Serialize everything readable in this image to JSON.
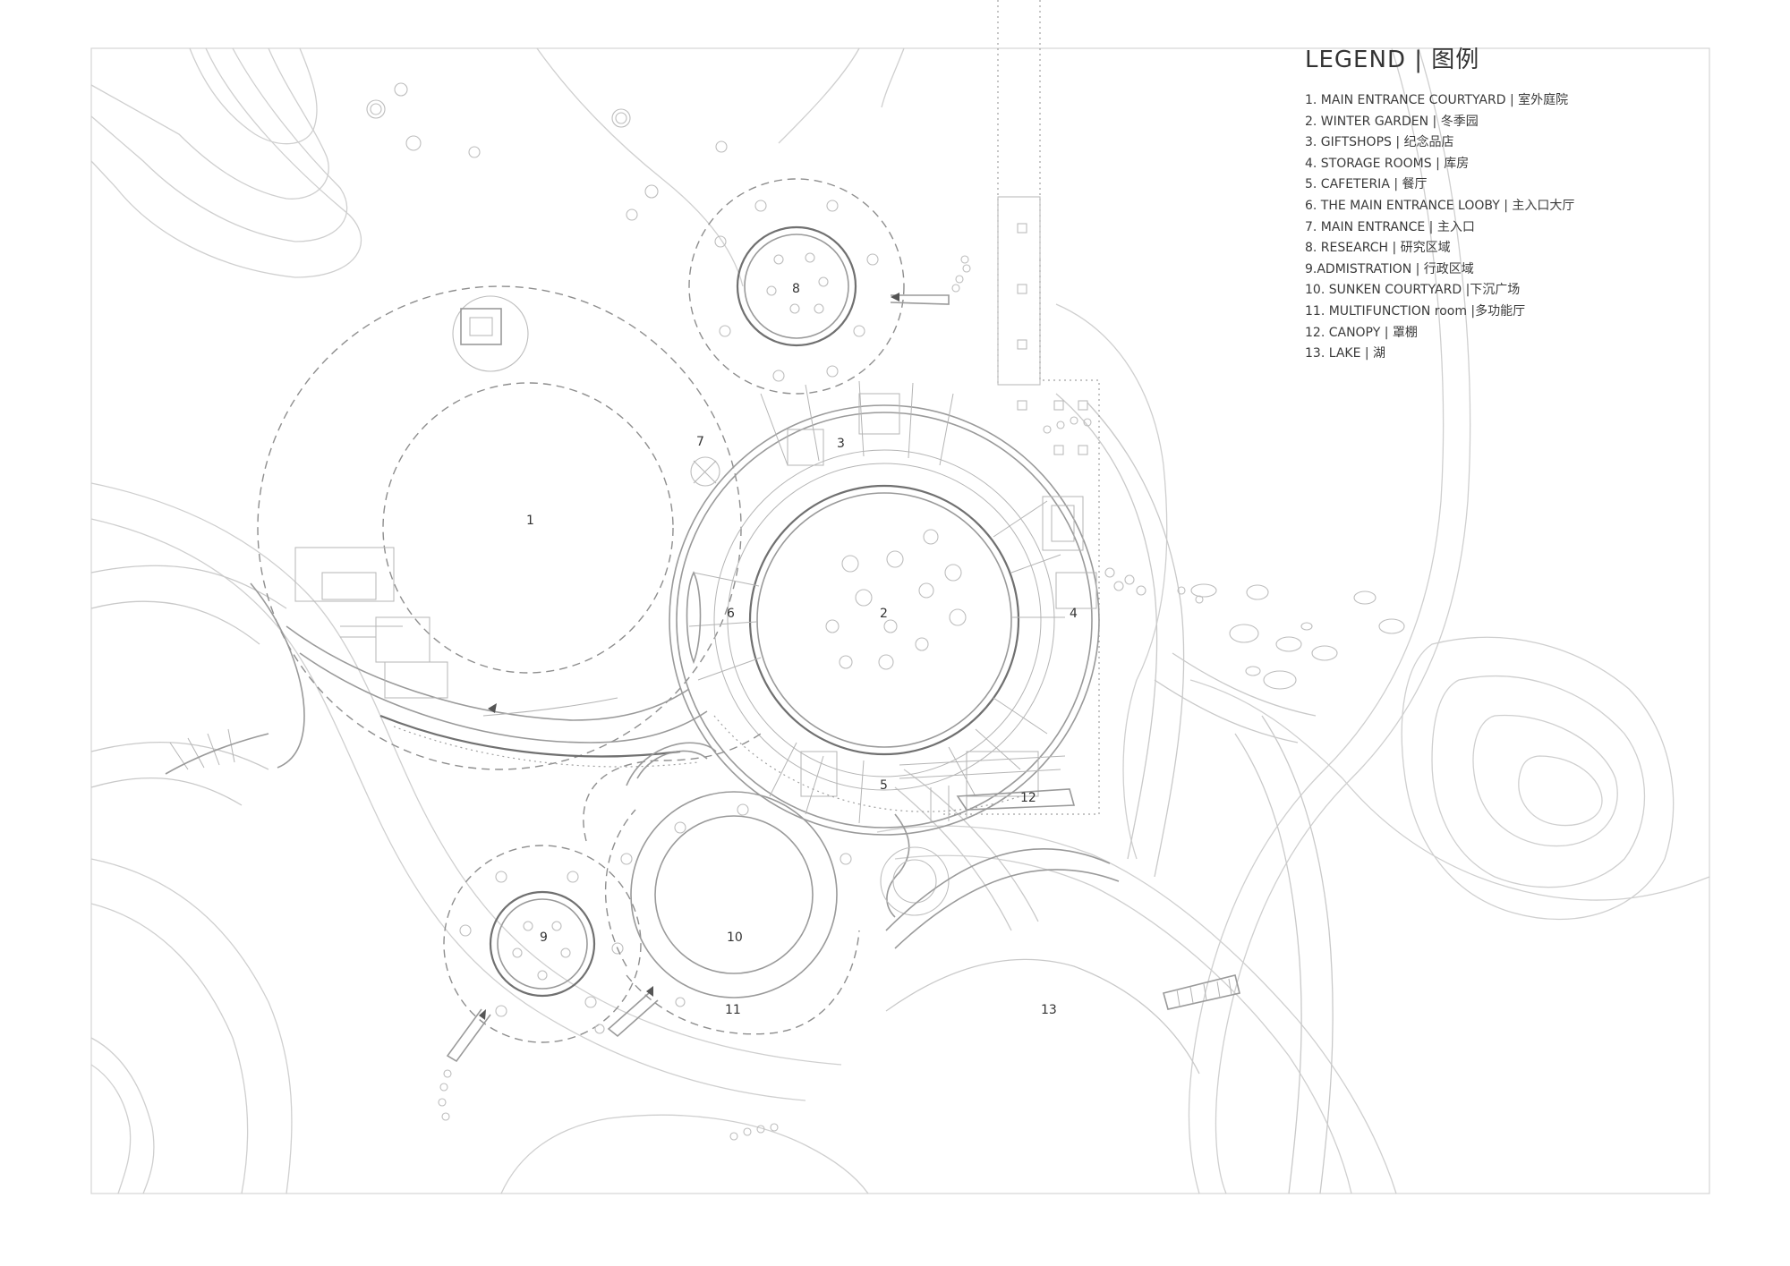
{
  "legend": {
    "title": "LEGEND | 图例",
    "items": [
      "1. MAIN ENTRANCE COURTYARD | 室外庭院",
      "2. WINTER GARDEN | 冬季园",
      "3. GIFTSHOPS | 纪念品店",
      "4. STORAGE ROOMS | 库房",
      "5. CAFETERIA | 餐厅",
      "6. THE MAIN ENTRANCE LOOBY | 主入口大厅",
      "7. MAIN ENTRANCE | 主入口",
      "8. RESEARCH | 研究区域",
      "9.ADMISTRATION |  行政区域",
      "10. SUNKEN COURTYARD |下沉广场",
      "11. MULTIFUNCTION room |多功能厅",
      "12. CANOPY |  罩棚",
      "13. LAKE | 湖"
    ]
  },
  "plan_labels": {
    "l1": "1",
    "l2": "2",
    "l3": "3",
    "l4": "4",
    "l5": "5",
    "l6": "6",
    "l7": "7",
    "l8": "8",
    "l9": "9",
    "l10": "10",
    "l11": "11",
    "l12": "12",
    "l13": "13"
  }
}
